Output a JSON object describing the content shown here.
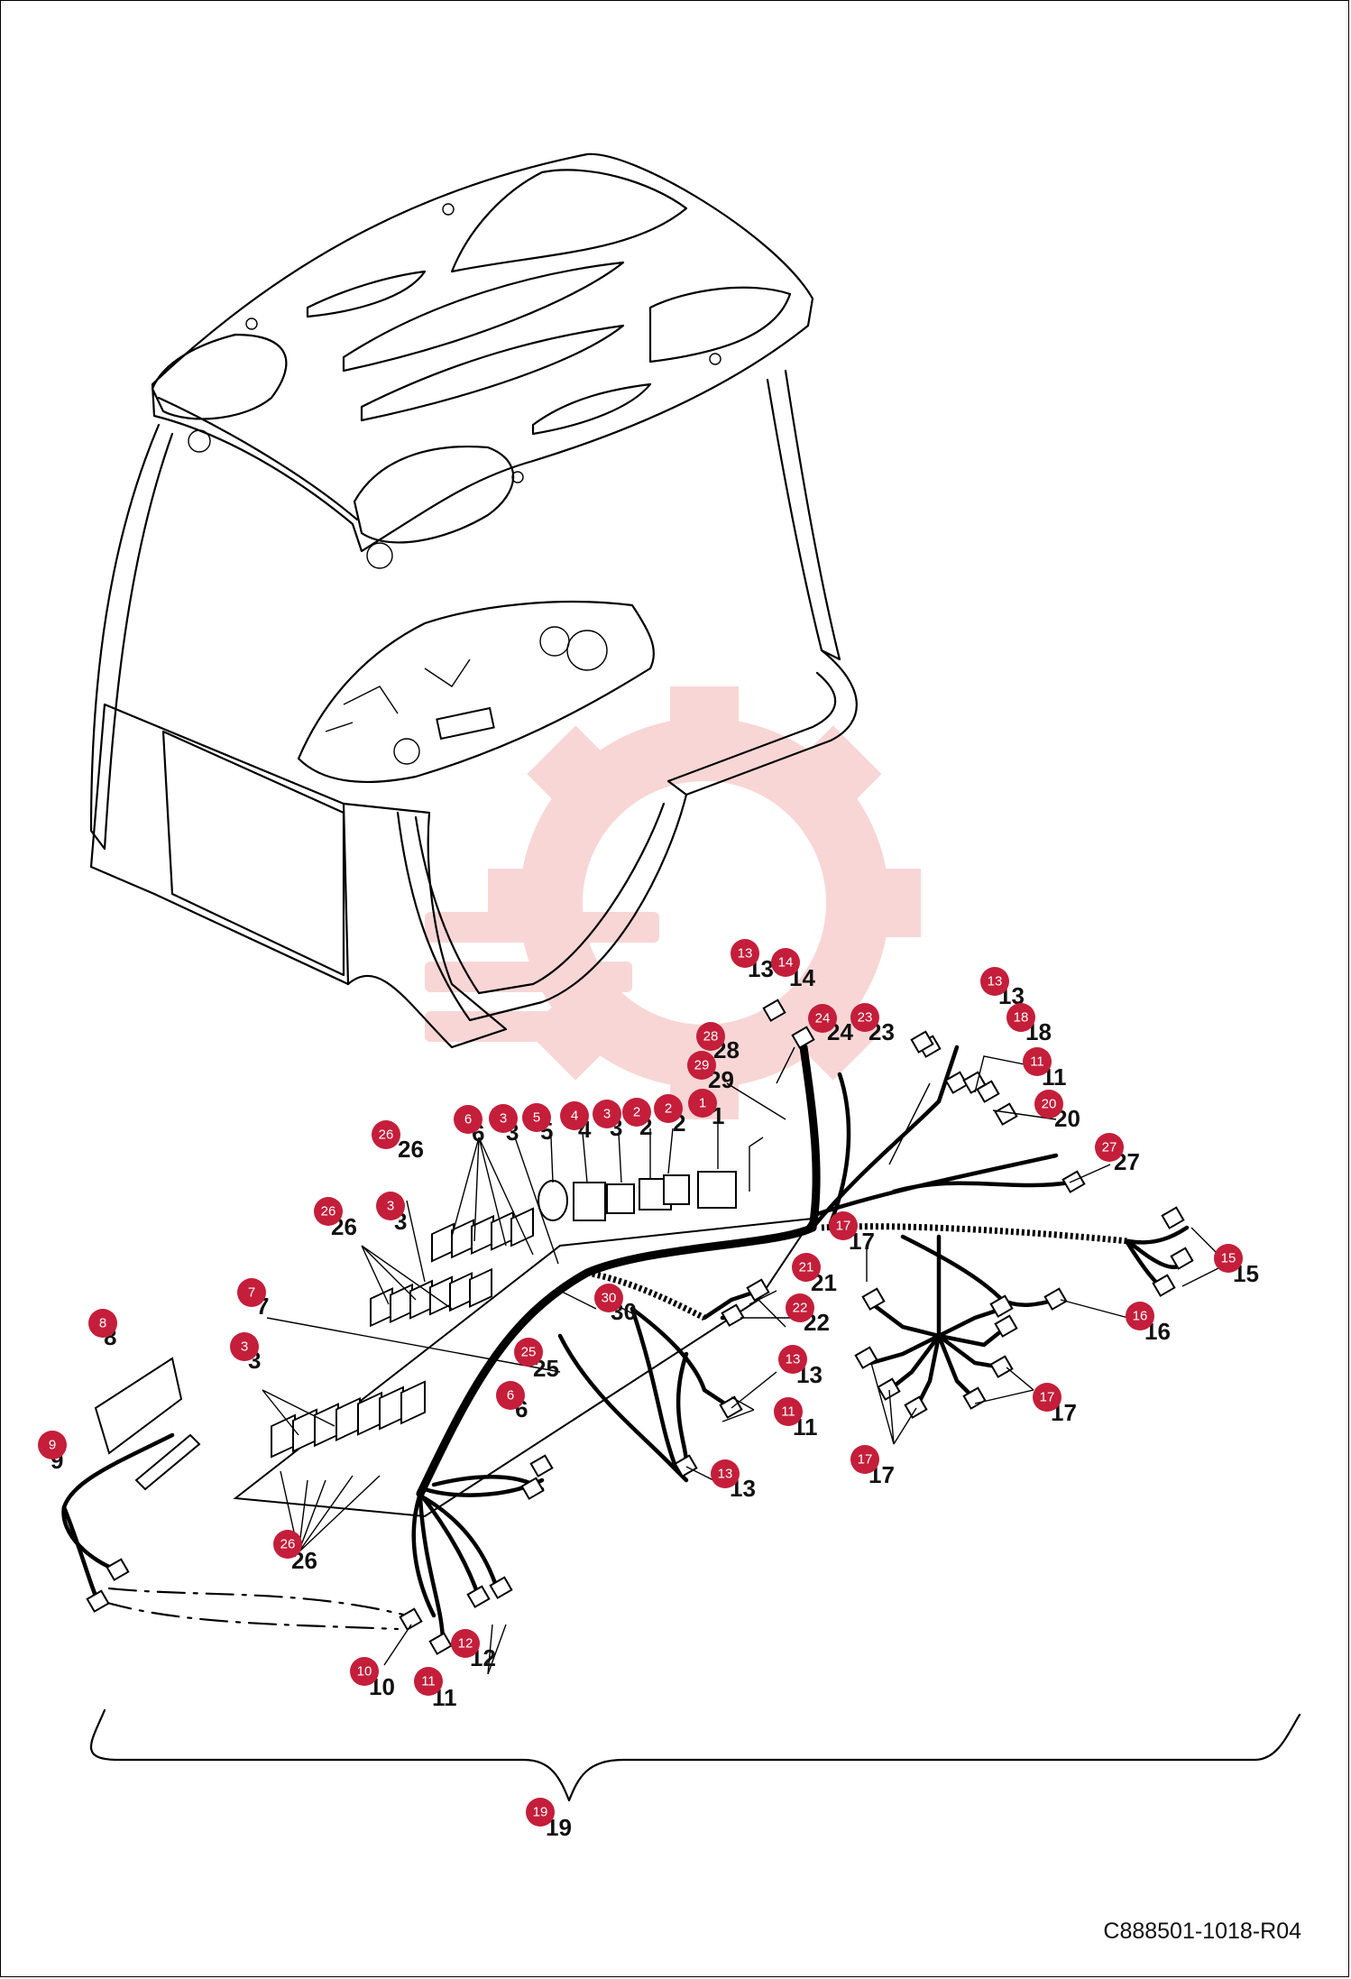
{
  "drawing": {
    "code": "C888501-1018-R04",
    "badge_color": "#c41e3a",
    "watermark_color": "#f3b5b5"
  },
  "callouts": [
    {
      "n": "1"
    },
    {
      "n": "2"
    },
    {
      "n": "2"
    },
    {
      "n": "3"
    },
    {
      "n": "4"
    },
    {
      "n": "5"
    },
    {
      "n": "3"
    },
    {
      "n": "6"
    },
    {
      "n": "26"
    },
    {
      "n": "3"
    },
    {
      "n": "26"
    },
    {
      "n": "7"
    },
    {
      "n": "8"
    },
    {
      "n": "3"
    },
    {
      "n": "25"
    },
    {
      "n": "6"
    },
    {
      "n": "26"
    },
    {
      "n": "9"
    },
    {
      "n": "10"
    },
    {
      "n": "11"
    },
    {
      "n": "12"
    },
    {
      "n": "13"
    },
    {
      "n": "14"
    },
    {
      "n": "28"
    },
    {
      "n": "29"
    },
    {
      "n": "24"
    },
    {
      "n": "23"
    },
    {
      "n": "13"
    },
    {
      "n": "18"
    },
    {
      "n": "11"
    },
    {
      "n": "20"
    },
    {
      "n": "27"
    },
    {
      "n": "17"
    },
    {
      "n": "15"
    },
    {
      "n": "21"
    },
    {
      "n": "30"
    },
    {
      "n": "22"
    },
    {
      "n": "13"
    },
    {
      "n": "11"
    },
    {
      "n": "16"
    },
    {
      "n": "17"
    },
    {
      "n": "17"
    },
    {
      "n": "13"
    },
    {
      "n": "19"
    }
  ]
}
